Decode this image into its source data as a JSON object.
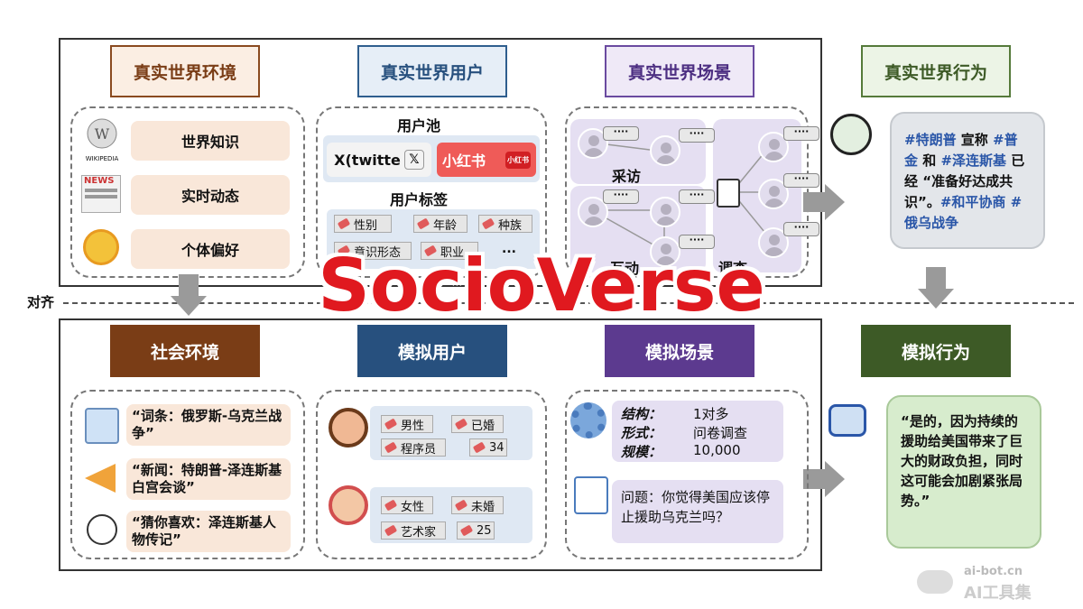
{
  "top_headers": {
    "env": "真实世界环境",
    "users": "真实世界用户",
    "scene": "真实世界场景",
    "behavior": "真实世界行为"
  },
  "bottom_headers": {
    "env": "社会环境",
    "users": "模拟用户",
    "scene": "模拟场景",
    "behavior": "模拟行为"
  },
  "align_label": "对齐",
  "real_env": {
    "items": [
      "世界知识",
      "实时动态",
      "个体偏好"
    ],
    "wiki_caption": "WIKIPEDIA",
    "news_caption": "NEWS"
  },
  "real_users": {
    "pool_title": "用户池",
    "x_label": "X(twitte",
    "xhs_label": "小红书",
    "xhs_badge": "小红书",
    "tags_title": "用户标签",
    "tags": [
      "性别",
      "年龄",
      "种族",
      "意识形态",
      "职业"
    ],
    "more": "..."
  },
  "real_scene": {
    "interview": "采访",
    "interact": "互动",
    "survey": "调查",
    "dots": "····"
  },
  "real_behavior": {
    "parts": [
      {
        "t": "#特朗普",
        "c": "blue"
      },
      {
        "t": " 宣称 ",
        "c": "dark"
      },
      {
        "t": "#普金",
        "c": "blue"
      },
      {
        "t": " 和 ",
        "c": "dark"
      },
      {
        "t": "#泽连斯基",
        "c": "blue"
      },
      {
        "t": " 已经 “准备好达成共识”。",
        "c": "dark"
      },
      {
        "t": "#和平协商 #俄乌战争",
        "c": "blue"
      }
    ]
  },
  "social_env": {
    "items": [
      "“词条：俄罗斯-乌克兰战争”",
      "“新闻：特朗普-泽连斯基白宫会谈”",
      "“猜你喜欢：泽连斯基人物传记”"
    ]
  },
  "sim_users": {
    "user1": [
      "男性",
      "已婚",
      "程序员",
      "34"
    ],
    "user2": [
      "女性",
      "未婚",
      "艺术家",
      "25"
    ]
  },
  "sim_scene": {
    "struct_k": "结构：",
    "struct_v": "1对多",
    "form_k": "形式：",
    "form_v": "问卷调查",
    "scale_k": "规模：",
    "scale_v": "10,000",
    "question": "问题：你觉得美国应该停止援助乌克兰吗？"
  },
  "sim_behavior": {
    "text": "“是的，因为持续的援助给美国带来了巨大的财政负担，同时这可能会加剧紧张局势。”"
  },
  "overlay_title": "SocioVerse",
  "watermark": {
    "url": "ai-bot.cn",
    "name": "AI工具集"
  },
  "colors": {
    "env": "#7a3d16",
    "users": "#27507e",
    "scene": "#5c3a8f",
    "behavior": "#3d5a26",
    "overlay": "#e0191f"
  }
}
